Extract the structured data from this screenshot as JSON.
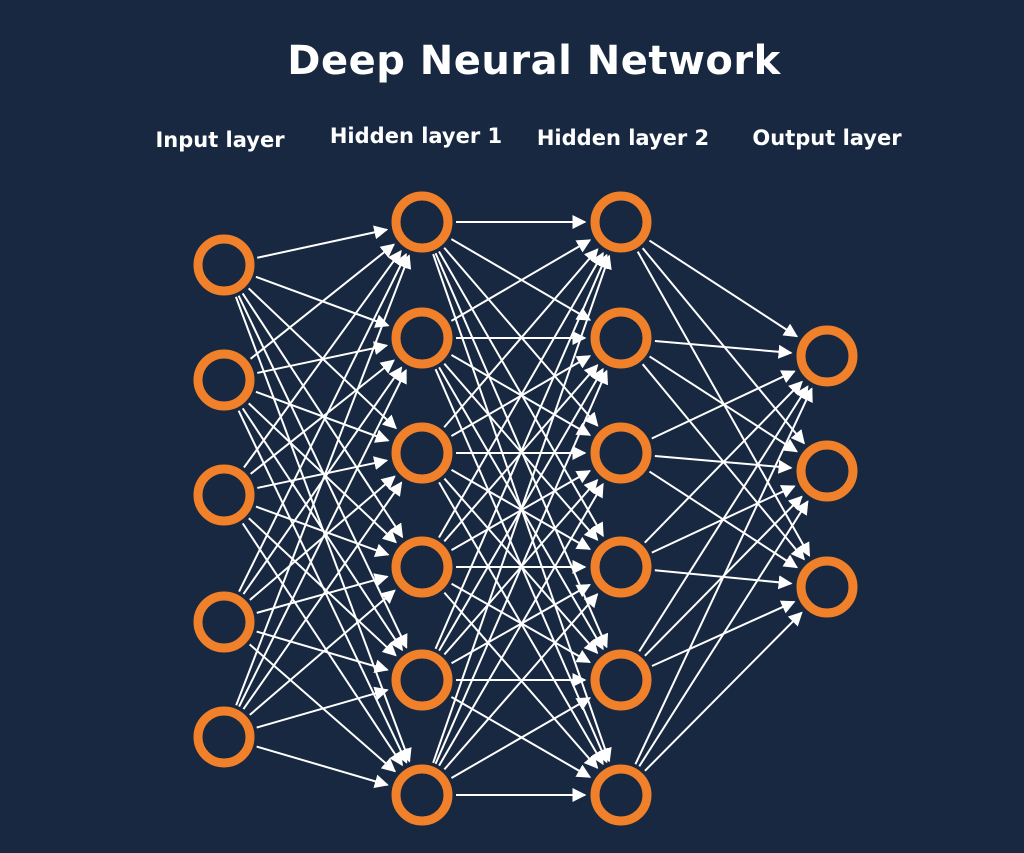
{
  "title": "Deep Neural Network",
  "layers": [
    {
      "label": "Input layer",
      "nodes": 5
    },
    {
      "label": "Hidden layer 1",
      "nodes": 6
    },
    {
      "label": "Hidden layer 2",
      "nodes": 6
    },
    {
      "label": "Output layer",
      "nodes": 3
    }
  ],
  "colors": {
    "background": "#172840",
    "node": "#f0802a",
    "edge": "#ffffff",
    "text": "#ffffff"
  }
}
